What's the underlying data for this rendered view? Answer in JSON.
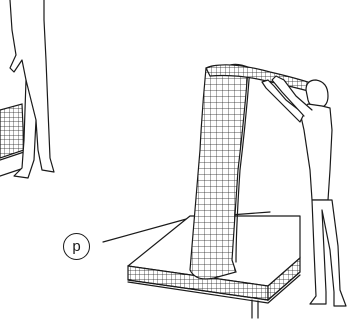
{
  "step": {
    "label": "p"
  },
  "figures": {
    "left": "person-standing-partial",
    "right": "person-lifting-mattress-topper"
  },
  "colors": {
    "ink": "#1a1a1a",
    "paper": "#ffffff"
  }
}
